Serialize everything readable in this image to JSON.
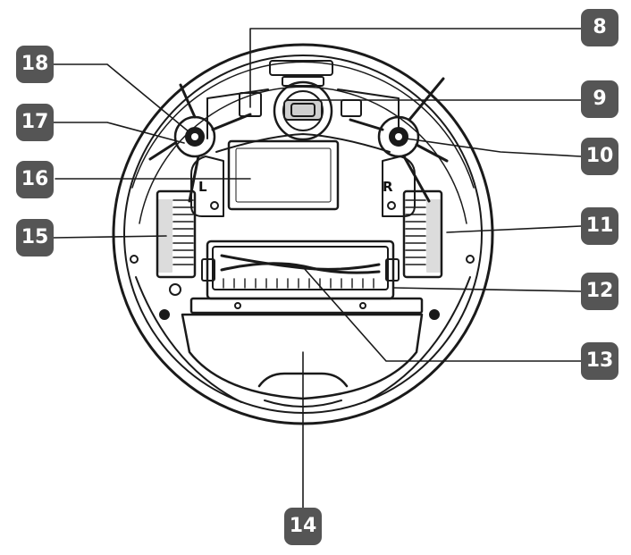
{
  "diagram": {
    "side_labels": {
      "left": "L",
      "right": "R"
    },
    "callouts": [
      {
        "id": "8",
        "label": "8"
      },
      {
        "id": "9",
        "label": "9"
      },
      {
        "id": "10",
        "label": "10"
      },
      {
        "id": "11",
        "label": "11"
      },
      {
        "id": "12",
        "label": "12"
      },
      {
        "id": "13",
        "label": "13"
      },
      {
        "id": "14",
        "label": "14"
      },
      {
        "id": "15",
        "label": "15"
      },
      {
        "id": "16",
        "label": "16"
      },
      {
        "id": "17",
        "label": "17"
      },
      {
        "id": "18",
        "label": "18"
      }
    ],
    "colors": {
      "badge": "#555555",
      "badge_text": "#ffffff",
      "line_art": "#1a1a1a"
    }
  }
}
